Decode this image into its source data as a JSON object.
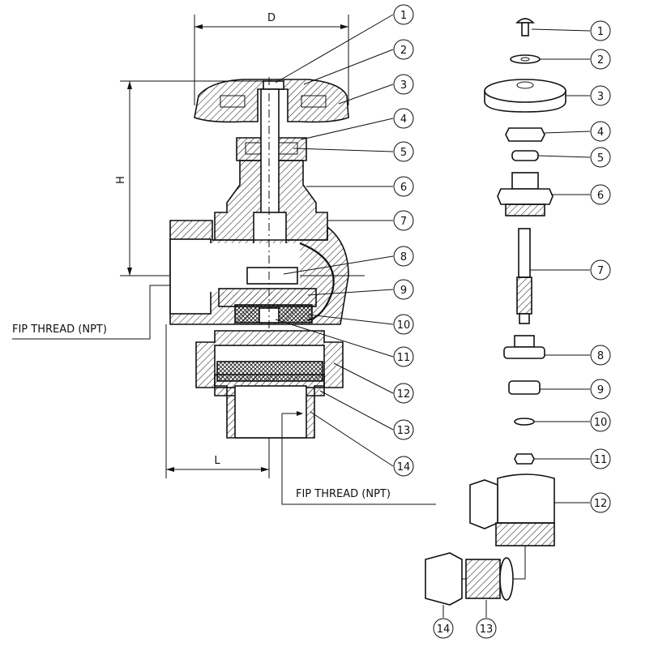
{
  "dimensions": {
    "d": "D",
    "h": "H",
    "l": "L"
  },
  "thread_labels": [
    "FIP THREAD (NPT)",
    "FIP THREAD (NPT)"
  ],
  "section_callouts": [
    "1",
    "2",
    "3",
    "4",
    "5",
    "6",
    "7",
    "8",
    "9",
    "10",
    "11",
    "12",
    "13",
    "14"
  ],
  "exploded_callouts": [
    "1",
    "2",
    "3",
    "4",
    "5",
    "6",
    "7",
    "8",
    "9",
    "10",
    "11",
    "12",
    "13",
    "14"
  ],
  "colors": {
    "ink": "#111111",
    "paper": "#ffffff"
  }
}
